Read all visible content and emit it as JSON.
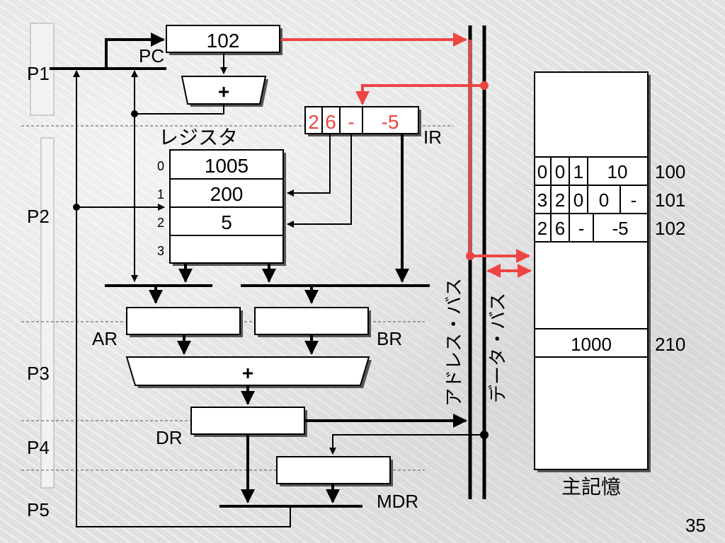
{
  "phases": {
    "p1": "P1",
    "p2": "P2",
    "p3": "P3",
    "p4": "P4",
    "p5": "P5"
  },
  "pc": {
    "label": "PC",
    "value": "102"
  },
  "adder_top": "+",
  "ir": {
    "label": "IR",
    "fields": [
      "2",
      "6",
      "-",
      "-5"
    ]
  },
  "registers": {
    "title": "レジスタ",
    "indexes": [
      "0",
      "1",
      "2",
      "3"
    ],
    "values": [
      "1005",
      "200",
      "5",
      ""
    ]
  },
  "ar_label": "AR",
  "br_label": "BR",
  "adder_mid": "+",
  "dr_label": "DR",
  "mdr_label": "MDR",
  "address_bus": "アドレス・バス",
  "data_bus": "データ・バス",
  "memory": {
    "title": "主記憶",
    "rows": [
      {
        "cells": [
          "0",
          "0",
          "1",
          "10"
        ],
        "address": "100"
      },
      {
        "cells": [
          "3",
          "2",
          "0",
          "0",
          "-"
        ],
        "address": "101"
      },
      {
        "cells": [
          "2",
          "6",
          "-",
          "-5"
        ],
        "address": "102"
      }
    ],
    "row210": {
      "value": "1000",
      "address": "210"
    }
  },
  "page_number": "35",
  "colors": {
    "highlight": "#ee4444",
    "line": "#000000",
    "box": "#ffffff"
  }
}
